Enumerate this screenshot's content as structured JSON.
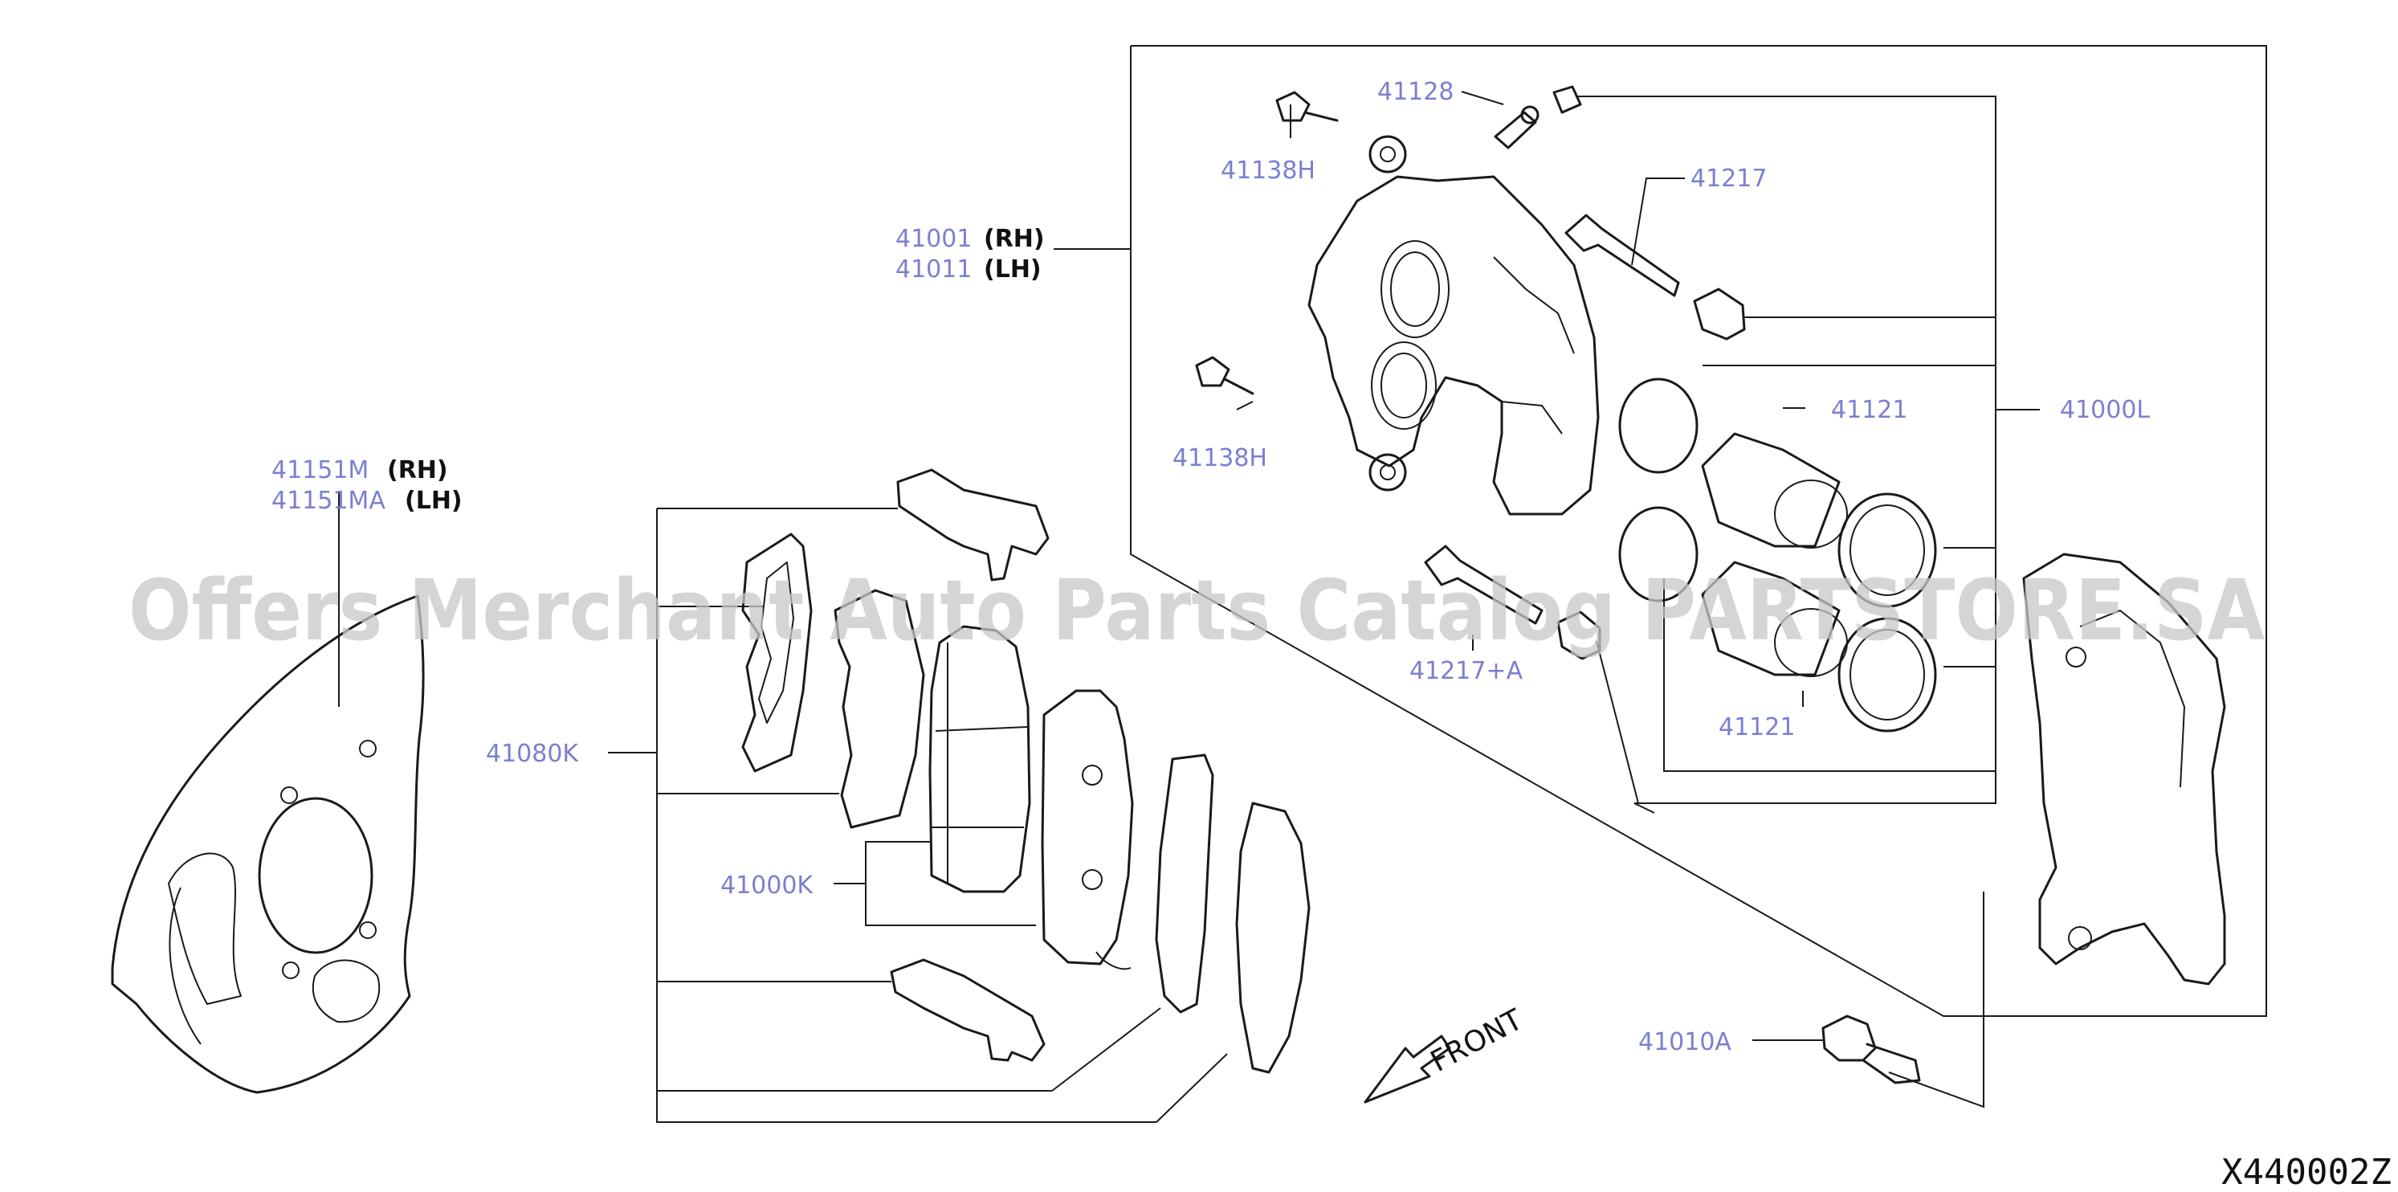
{
  "labels": {
    "p41001": "41001",
    "p41001_side": "(RH)",
    "p41011": "41011",
    "p41011_side": "(LH)",
    "p41128": "41128",
    "p41138h_top": "41138H",
    "p41138h_bottom": "41138H",
    "p41217": "41217",
    "p41217a": "41217+A",
    "p41121_top": "41121",
    "p41121_bottom": "41121",
    "p41000l": "41000L",
    "p41151m": "41151M",
    "p41151m_side": "(RH)",
    "p41151ma": "41151MA",
    "p41151ma_side": "(LH)",
    "p41080k": "41080K",
    "p41000k": "41000K",
    "p41010a": "41010A"
  },
  "watermark": "Offers Merchant Auto Parts Catalog PARTSTORE.SA",
  "front_label": "FRONT",
  "diagram_code": "X440002Z",
  "colors": {
    "part_number": "#7b7fd1",
    "line": "#1a1a1a",
    "watermark": "#c8c8c8"
  }
}
